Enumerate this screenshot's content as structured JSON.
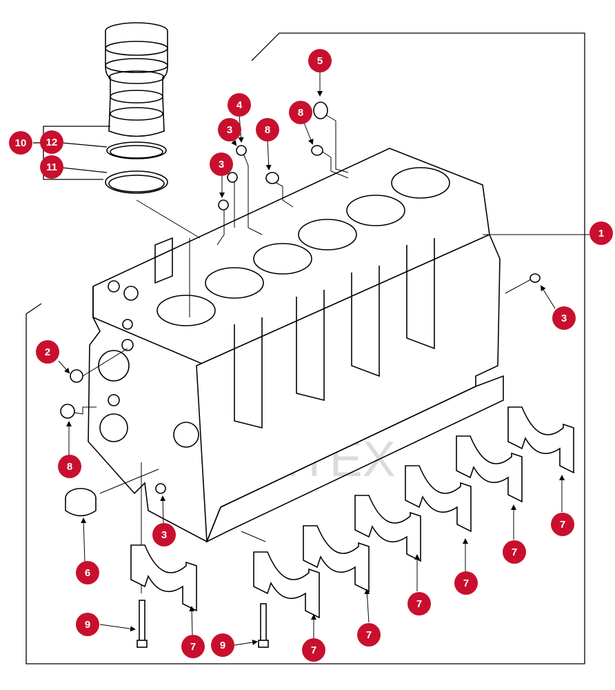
{
  "watermark": {
    "text": "ИНТЕХ",
    "color": "#e02020"
  },
  "callout_color": "#c8102e",
  "callouts": {
    "c1": "1",
    "c2": "2",
    "c3a": "3",
    "c3b": "3",
    "c3c": "3",
    "c3d": "3",
    "c4": "4",
    "c5": "5",
    "c6": "6",
    "c7a": "7",
    "c7b": "7",
    "c7c": "7",
    "c7d": "7",
    "c7e": "7",
    "c7f": "7",
    "c7g": "7",
    "c8a": "8",
    "c8b": "8",
    "c8c": "8",
    "c9a": "9",
    "c9b": "9",
    "c10": "10",
    "c11": "11",
    "c12": "12"
  }
}
